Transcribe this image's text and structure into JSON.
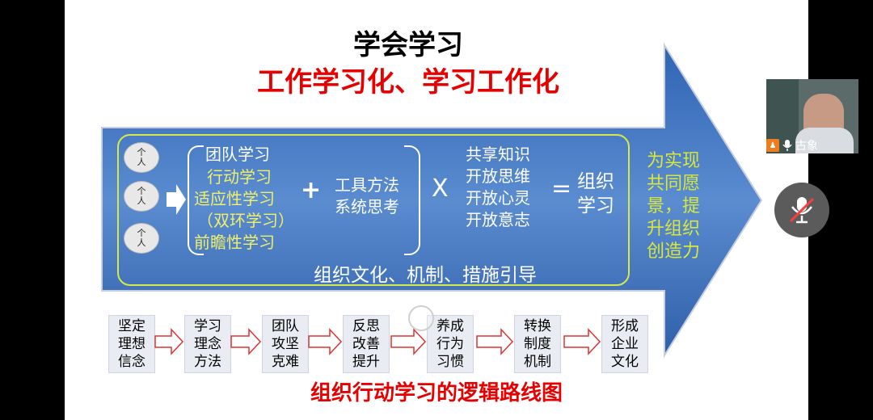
{
  "slide": {
    "title": "学会学习",
    "subtitle": "工作学习化、学习工作化",
    "persons": [
      "个人",
      "个人",
      "个人"
    ],
    "learning_types": [
      "团队学习",
      "行动学习",
      "适应性学习",
      "（双环学习）",
      "前瞻性学习"
    ],
    "plus": "+",
    "tools": [
      "工具方法",
      "系统思考"
    ],
    "times": "X",
    "openness": [
      "共享知识",
      "开放思维",
      "开放心灵",
      "开放意志"
    ],
    "equals": "=",
    "result": [
      "组织",
      "学习"
    ],
    "guide": "组织文化、机制、措施引导",
    "goal": [
      "为实现",
      "共同愿",
      "景，提",
      "升组织",
      "创造力"
    ],
    "steps": [
      "坚定理想信念",
      "学习理念方法",
      "团队攻坚克难",
      "反思改善提升",
      "养成行为习惯",
      "转换制度机制",
      "形成企业文化"
    ],
    "bottom_title": "组织行动学习的逻辑路线图"
  },
  "meeting": {
    "participant_name": "古象",
    "mic_status": "muted"
  },
  "colors": {
    "arrow_blue": "#4a7ac0",
    "title_red": "#e60000",
    "highlight_yellow": "#f0f06a",
    "goal_yellow": "#d8e83a"
  }
}
